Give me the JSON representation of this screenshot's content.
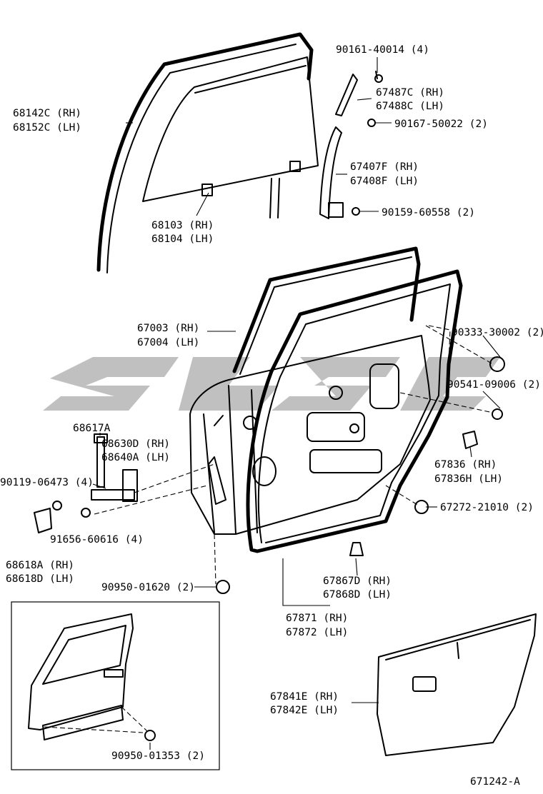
{
  "callouts": {
    "c68142": [
      "68142C (RH)",
      "68152C (LH)"
    ],
    "c90161": "90161-40014 (4)",
    "c67487": [
      "67487C (RH)",
      "67488C (LH)"
    ],
    "c90167": "90167-50022 (2)",
    "c67407": [
      "67407F (RH)",
      "67408F (LH)"
    ],
    "c90159": "90159-60558 (2)",
    "c68103": [
      "68103 (RH)",
      "68104 (LH)"
    ],
    "c67003": [
      "67003 (RH)",
      "67004 (LH)"
    ],
    "c90333": "90333-30002 (2)",
    "c90541": "90541-09006 (2)",
    "c68617": "68617A",
    "c68630": [
      "68630D (RH)",
      "68640A (LH)"
    ],
    "c67836": [
      "67836 (RH)",
      "67836H (LH)"
    ],
    "c90119": "90119-06473 (4)",
    "c67272": "67272-21010 (2)",
    "c91656": "91656-60616 (4)",
    "c68618": [
      "68618A (RH)",
      "68618D (LH)"
    ],
    "c67867": [
      "67867D (RH)",
      "67868D (LH)"
    ],
    "c90950a": "90950-01620 (2)",
    "c67871": [
      "67871 (RH)",
      "67872 (LH)"
    ],
    "c67841": [
      "67841E (RH)",
      "67842E (LH)"
    ],
    "c90950b": "90950-01353 (2)"
  },
  "diagram_id": "671242-A"
}
